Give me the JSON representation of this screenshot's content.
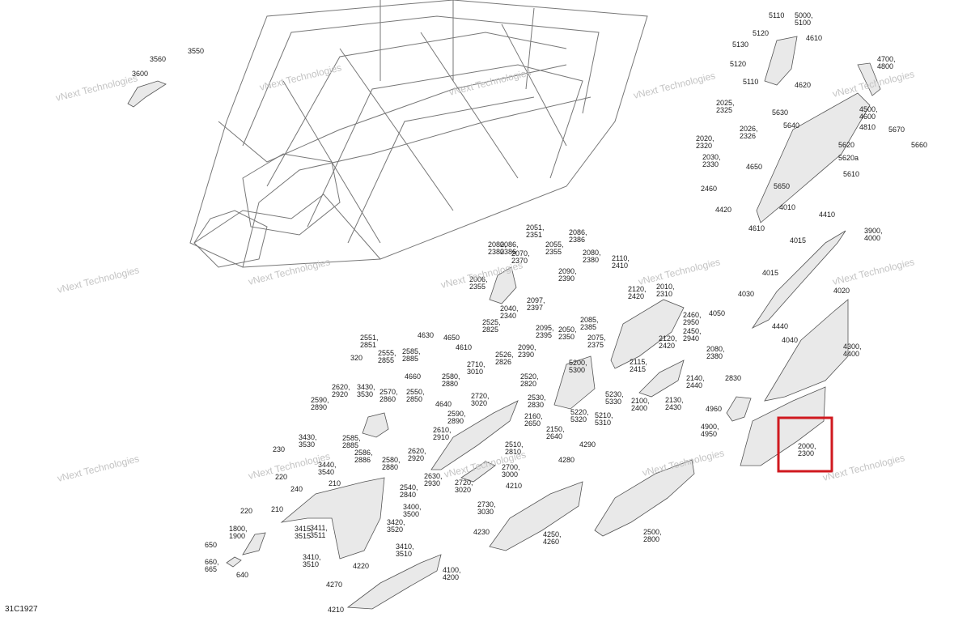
{
  "diagram": {
    "code": "31C1927",
    "watermark": "vNext Technologies",
    "highlight_color": "#d0191f",
    "highlighted_label": "2000,\n2300",
    "labels": [
      "3550",
      "3560",
      "3600",
      "5110",
      "5000,\n5100",
      "5120",
      "5130",
      "4610",
      "5120",
      "5110",
      "4700,\n4800",
      "4620",
      "4500,\n4600",
      "4810",
      "5630",
      "5640",
      "5670",
      "5660",
      "5620",
      "5620a",
      "5610",
      "4650",
      "5650",
      "4410",
      "4010",
      "4420",
      "4610",
      "4015",
      "3900,\n4000",
      "4015",
      "4020",
      "4030",
      "4050",
      "4440",
      "4040",
      "4300,\n4400",
      "2830",
      "4960",
      "4900,\n4950",
      "2025,\n2325",
      "2026,\n2326",
      "2020,\n2320",
      "2030,\n2330",
      "2460",
      "2080,\n2380",
      "2086,\n2386",
      "2070,\n2370",
      "2006,\n2355",
      "2051,\n2351",
      "2055,\n2355",
      "2086,\n2386",
      "2080,\n2380",
      "2110,\n2410",
      "2090,\n2390",
      "2120,\n2420",
      "2010,\n2310",
      "2097,\n2397",
      "2040,\n2340",
      "2085,\n2385",
      "2460,\n2950",
      "2525,\n2825",
      "2095,\n2395",
      "2050,\n2350",
      "2075,\n2375",
      "2450,\n2940",
      "2120,\n2420",
      "2080,\n2380",
      "2090,\n2390",
      "2526,\n2826",
      "2115,\n2415",
      "2140,\n2440",
      "2710,\n3010",
      "2520,\n2820",
      "5200,\n5300",
      "2130,\n2430",
      "2100,\n2400",
      "5230,\n5330",
      "2720,\n3020",
      "2530,\n2830",
      "5220,\n5320",
      "5210,\n5310",
      "2160,\n2650",
      "2150,\n2640",
      "2510,\n2810",
      "4290",
      "4280",
      "2700,\n3000",
      "2720,\n3020",
      "4210",
      "2730,\n3030",
      "4230",
      "4250,\n4260",
      "2500,\n2800",
      "2551,\n2851",
      "4630",
      "4650",
      "4610",
      "2555,\n2855",
      "2585,\n2885",
      "320",
      "4660",
      "2580,\n2880",
      "2620,\n2920",
      "3430,\n3530",
      "2570,\n2860",
      "2550,\n2850",
      "4640",
      "2590,\n2890",
      "2590,\n2890",
      "2610,\n2910",
      "2585,\n2885",
      "3430,\n3530",
      "230",
      "220",
      "2586,\n2886",
      "2580,\n2880",
      "2620,\n2920",
      "3440,\n3540",
      "2630,\n2930",
      "210",
      "240",
      "2540,\n2840",
      "210",
      "3400,\n3500",
      "220",
      "3420,\n3520",
      "1800,\n1900",
      "3415,\n3515",
      "3411,\n3511",
      "650",
      "3410,\n3510",
      "660,\n665",
      "640",
      "3410,\n3510",
      "4220",
      "4100,\n4200",
      "4270",
      "4210"
    ]
  }
}
